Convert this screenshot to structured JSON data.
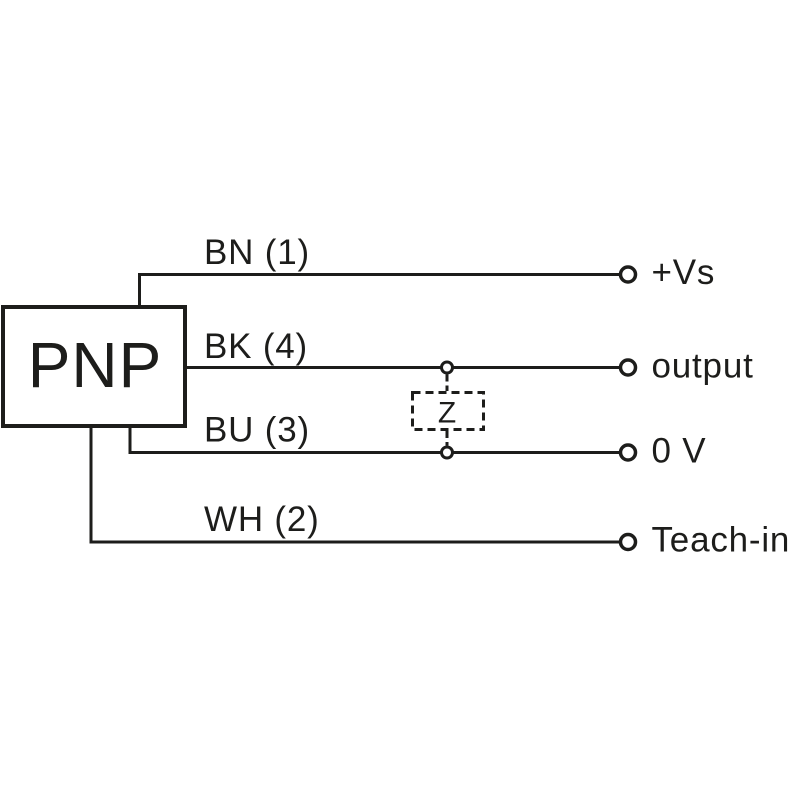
{
  "diagram": {
    "device_label": "PNP",
    "impedance_label": "Z",
    "wires": [
      {
        "label": "BN (1)",
        "terminal": "+Vs"
      },
      {
        "label": "BK (4)",
        "terminal": "output"
      },
      {
        "label": "BU (3)",
        "terminal": "0 V"
      },
      {
        "label": "WH (2)",
        "terminal": "Teach-in"
      }
    ],
    "colors": {
      "line": "#1d1d1b",
      "background": "#ffffff"
    }
  }
}
